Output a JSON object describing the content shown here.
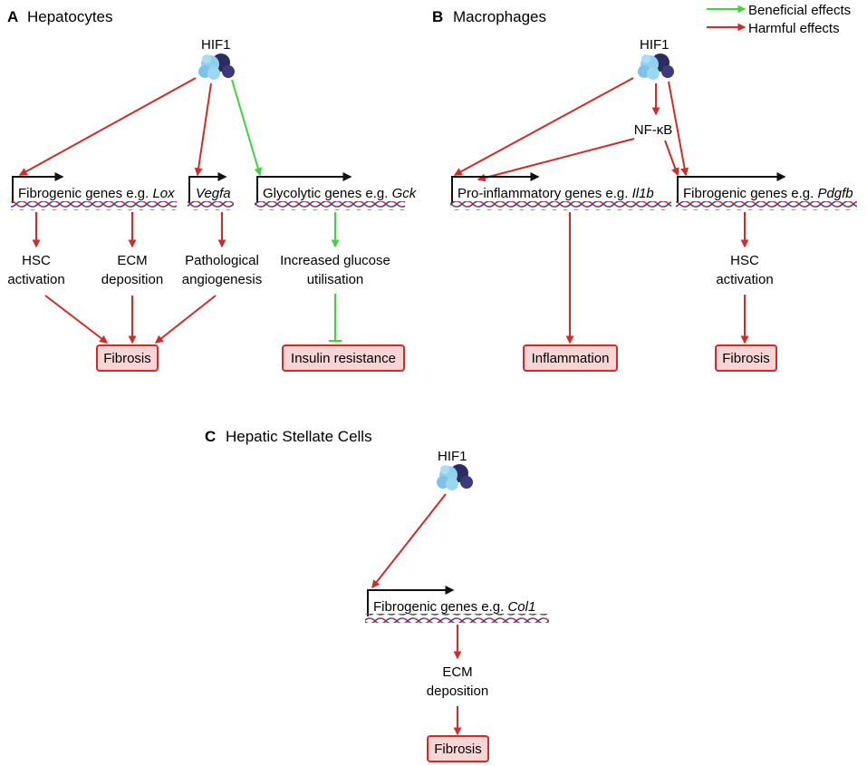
{
  "legend": {
    "beneficial": "Beneficial effects",
    "harmful": "Harmful effects",
    "beneficial_color": "#3ed43e",
    "harmful_color": "#d12a2a"
  },
  "panel_a": {
    "letter": "A",
    "title": "Hepatocytes",
    "hif": "HIF1",
    "gene_lox_prefix": "Fibrogenic genes e.g. ",
    "gene_lox_name": "Lox",
    "gene_vegfa": "Vegfa",
    "gene_gck_prefix": "Glycolytic genes e.g. ",
    "gene_gck_name": "Gck",
    "hsc_line1": "HSC",
    "hsc_line2": "activation",
    "ecm_line1": "ECM",
    "ecm_line2": "deposition",
    "path_line1": "Pathological",
    "path_line2": "angiogenesis",
    "gluc_line1": "Increased glucose",
    "gluc_line2": "utilisation",
    "fibrosis": "Fibrosis",
    "insulin": "Insulin resistance"
  },
  "panel_b": {
    "letter": "B",
    "title": "Macrophages",
    "hif": "HIF1",
    "nfkb": "NF-κB",
    "gene_il1b_prefix": "Pro-inflammatory genes e.g. ",
    "gene_il1b_name": "Il1b",
    "gene_pdgfb_prefix": "Fibrogenic genes e.g. ",
    "gene_pdgfb_name": "Pdgfb",
    "hsc_line1": "HSC",
    "hsc_line2": "activation",
    "inflammation": "Inflammation",
    "fibrosis": "Fibrosis"
  },
  "panel_c": {
    "letter": "C",
    "title": "Hepatic Stellate Cells",
    "hif": "HIF1",
    "gene_col1_prefix": "Fibrogenic genes e.g. ",
    "gene_col1_name": "Col1",
    "ecm_line1": "ECM",
    "ecm_line2": "deposition",
    "fibrosis": "Fibrosis"
  }
}
